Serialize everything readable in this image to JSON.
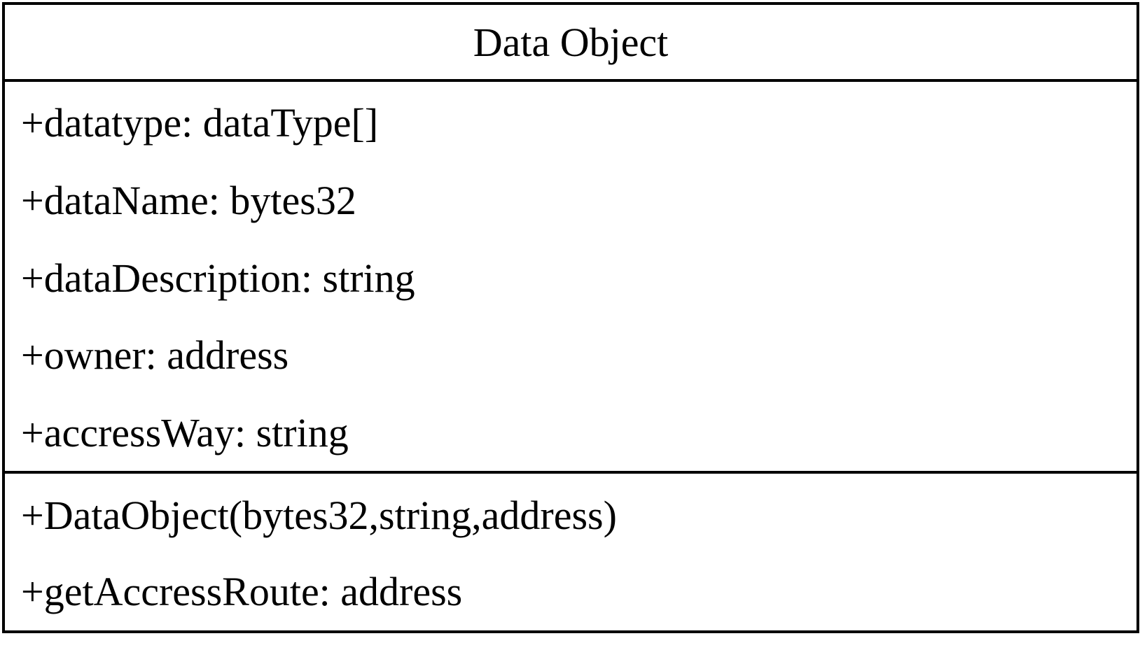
{
  "uml_class": {
    "name": "Data Object",
    "attributes": [
      "+datatype: dataType[]",
      "+dataName: bytes32",
      "+dataDescription: string",
      "+owner: address",
      "+accressWay: string"
    ],
    "operations": [
      "+DataObject(bytes32,string,address)",
      "+getAccressRoute: address"
    ]
  },
  "colors": {
    "border": "#000000",
    "background": "#ffffff",
    "text": "#000000"
  }
}
